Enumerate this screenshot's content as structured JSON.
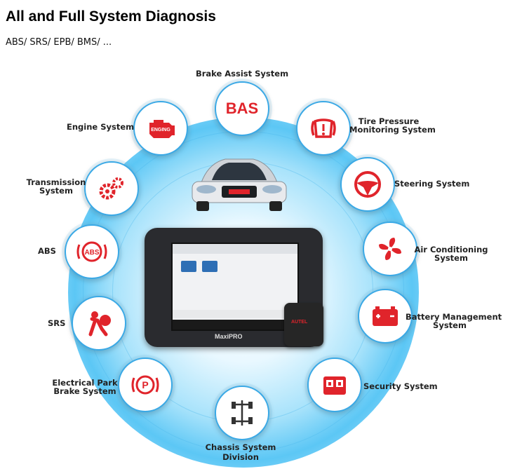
{
  "title": "All and Full System Diagnosis",
  "subtitle": "ABS/ SRS/ EPB/ BMS/ ...",
  "device": {
    "brand": "AUTEL",
    "model": "MaxiPRO"
  },
  "accent_color": "#e0242b",
  "ring_color": "#3aa9e6",
  "systems": {
    "brake_assist": {
      "label": "Brake Assist System",
      "icon": "BAS"
    },
    "engine": {
      "label": "Engine System",
      "icon": "ENGING"
    },
    "tire": {
      "line1": "Tire Pressure",
      "line2": "Monitoring System"
    },
    "transmission": {
      "line1": "Transmission",
      "line2": "System"
    },
    "steering": {
      "label": "Steering System"
    },
    "abs": {
      "label": "ABS",
      "icon": "ABS"
    },
    "air": {
      "line1": "Air Conditioning",
      "line2": "System"
    },
    "srs": {
      "label": "SRS"
    },
    "battery": {
      "line1": "Battery Management",
      "line2": "System"
    },
    "epb": {
      "line1": "Electrical Park",
      "line2": "Brake System",
      "icon": "P"
    },
    "security": {
      "label": "Security System"
    },
    "chassis": {
      "line1": "Chassis System",
      "line2": "Division"
    }
  }
}
